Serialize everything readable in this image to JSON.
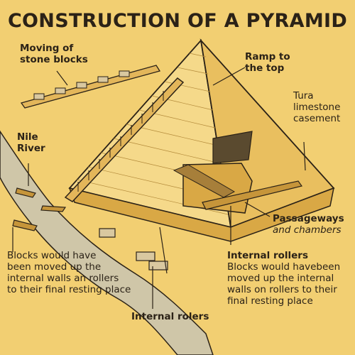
{
  "title": "CONSTRUCTION OF A PYRAMID",
  "labels": {
    "moving_blocks": [
      "Moving of",
      "stone blocks"
    ],
    "ramp": [
      "Ramp to",
      "the top"
    ],
    "casement": [
      "Tura",
      "limestone",
      "casement"
    ],
    "nile": [
      "Nile",
      "River"
    ],
    "passageways": "Passageways",
    "passageways_sub": "and chambers",
    "left_note": [
      "Blocks would have",
      "been moved up the",
      "internal walls an rollers",
      "to their final resting place"
    ],
    "internal_rollers_heading": "Internal rollers",
    "internal_rollers_body": [
      "Blocks would havebeen",
      "moved up the internal",
      "walls on rollers to their",
      "final resting place"
    ],
    "internal_rolers": "Internal rolers"
  },
  "colors": {
    "background": "#f2cf72",
    "pyramid_light": "#f5d98a",
    "pyramid_mid": "#e9bf5f",
    "pyramid_shadow": "#d9a845",
    "line": "#2b2217"
  }
}
